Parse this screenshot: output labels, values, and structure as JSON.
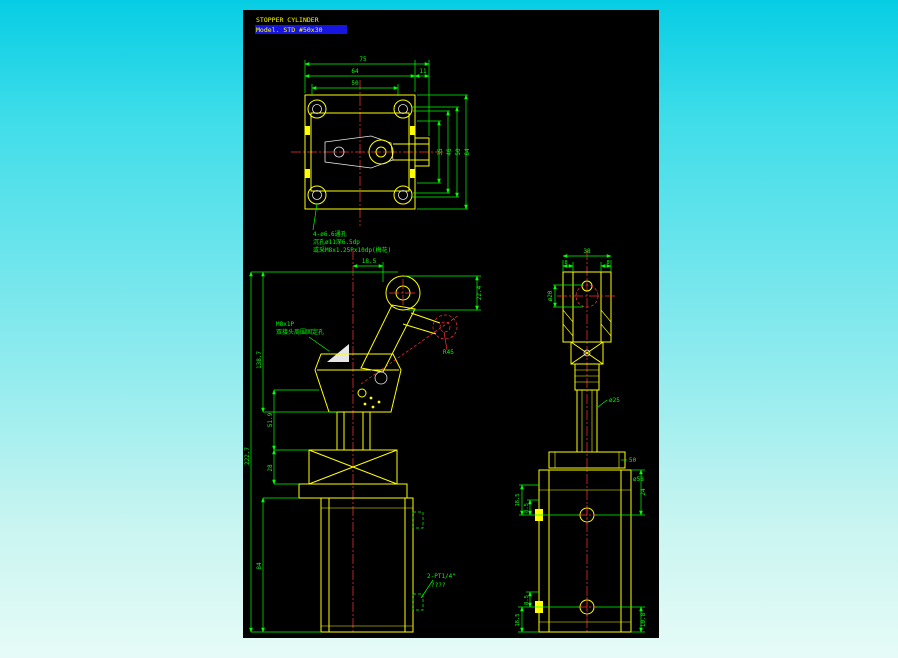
{
  "title": {
    "line1": "STOPPER CYLINDER",
    "line2": "Model. STD #50x30"
  },
  "top_view": {
    "dim_75": "75",
    "dim_64": "64",
    "dim_11": "11",
    "dim_50": "50",
    "dim_35": "35",
    "dim_46": "46",
    "dim_50r": "50",
    "dim_64r": "64",
    "note1": "4-ø6.6通孔",
    "note2": "沉孔ø11深6.5dp",
    "note3": "或采M8x1.25Px10dp(梅花)"
  },
  "front_view": {
    "dim_18_5": "18.5",
    "dim_22_4": "22.4",
    "dim_r45": "R45",
    "dim_222_7": "222.7",
    "dim_138_7": "138.7",
    "dim_51_9": "51.9",
    "dim_28": "28",
    "dim_84": "84",
    "note_m8_line1": "M8x1P",
    "note_m8_line2": "双接头周围固定孔",
    "note_pt_line1": "2-PT1/4\"",
    "note_pt_line2": "????"
  },
  "side_view": {
    "dim_38": "38",
    "dim_8_left": "8",
    "dim_8_right": "8",
    "dim_d20": "ø20",
    "dim_d25": "ø25",
    "dim_50": "50",
    "dim_d58": "ø58",
    "dim_24": "24",
    "dim_10_8": "10.8",
    "dim_18_5_top": "18.5",
    "dim_8_5_top": "8.5",
    "dim_18_5_bottom": "18.5",
    "dim_8_5_bottom": "8.5"
  }
}
